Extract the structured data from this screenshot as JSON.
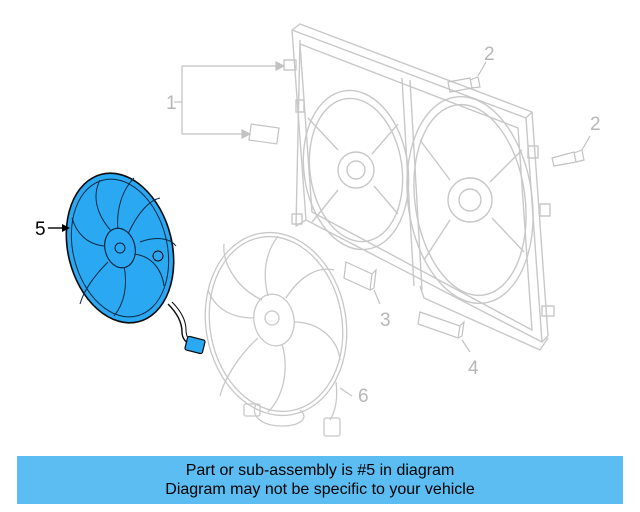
{
  "callouts": {
    "c1": "1",
    "c2a": "2",
    "c2b": "2",
    "c3": "3",
    "c4": "4",
    "c5": "5",
    "c6": "6"
  },
  "banner": {
    "line1": "Part or sub-assembly is #5 in diagram",
    "line2": "Diagram may not be specific to your vehicle"
  },
  "colors": {
    "highlight_part": "#2aa8f2",
    "banner_background": "#5bbdf2",
    "line_art": "#c2c2c2"
  }
}
